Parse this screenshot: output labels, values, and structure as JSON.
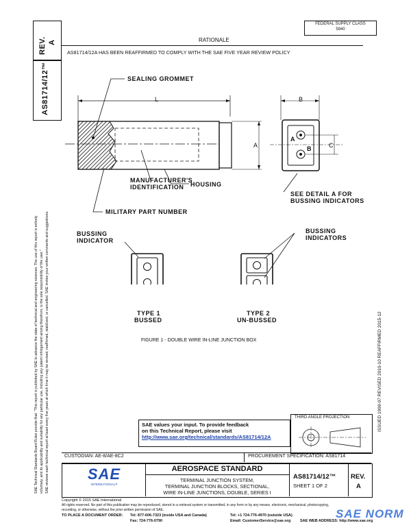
{
  "top_box": {
    "line1": "FEDERAL SUPPLY CLASS",
    "line2": "5940"
  },
  "rev_side": {
    "label": "REV.",
    "value": "A"
  },
  "doc_side": "AS81714/12™",
  "rationale": {
    "title": "RATIONALE",
    "text": "AS81714/12A HAS BEEN REAFFIRMED TO COMPLY WITH THE SAE FIVE YEAR REVIEW POLICY"
  },
  "left_margin": {
    "line1": "SAE Technical Standards Board Rules provide that: \"This report is published by SAE to advance the state of technical and engineering sciences. The use of this report is entirely",
    "line2": "voluntary, and its applicability and suitability for any particular use, including any patent infringement arising therefrom, is the sole responsibility of the user.\"",
    "line3": "SAE reviews each technical report at least every five years at which time it may be revised, reaffirmed, stabilized, or cancelled. SAE invites your written comments and suggestions."
  },
  "right_margin": "ISSUED 1999-07     REVISED 2010-10     REAFFIRMED 2015-12",
  "diagram": {
    "sealing_grommet": "SEALING GROMMET",
    "dim_l": "L",
    "dim_b": "B",
    "dim_a": "A",
    "dim_c": "C",
    "detail_a": "A",
    "detail_b": "B",
    "housing": "HOUSING",
    "mfr_id_1": "MANUFACTURER'S",
    "mfr_id_2": "IDENTIFICATION",
    "mil_part": "MILITARY PART NUMBER",
    "see_detail_1": "SEE DETAIL A FOR",
    "see_detail_2": "BUSSING INDICATORS",
    "bussing_ind_1": "BUSSING",
    "bussing_ind_2": "INDICATOR",
    "bussing_inds_1": "BUSSING",
    "bussing_inds_2": "INDICATORS",
    "type1_1": "TYPE 1",
    "type1_2": "BUSSED",
    "type2_1": "TYPE 2",
    "type2_2": "UN-BUSSED",
    "caption": "FIGURE 1 - DOUBLE WIRE IN-LINE JUNCTION BOX"
  },
  "feedback": {
    "line1": "SAE values your input. To provide feedback",
    "line2": "on this Technical Report, please visit",
    "link": "http://www.sae.org/technical/standards/AS81714/12A"
  },
  "projection": "THIRD ANGLE PROJECTION",
  "custodian": "CUSTODIAN: AE-8/AE-8C2",
  "procurement": "PROCUREMENT SPECIFICATION: AS81714",
  "title_block": {
    "heading": "AEROSPACE STANDARD",
    "t1": "TERMINAL JUNCTION SYSTEM,",
    "t2": "TERMINAL JUNCTION BLOCKS, SECTIONAL,",
    "t3": "WIRE IN-LINE JUNCTIONS, DOUBLE, SERIES I",
    "doc": "AS81714/12™",
    "sheet": "SHEET 1 OF 2",
    "rev_label": "REV.",
    "rev_value": "A",
    "logo": "SAE",
    "logo_sub": "INTERNATIONAL®"
  },
  "footer": {
    "copyright": "Copyright © 2015 SAE International",
    "rights1": "All rights reserved. No part of this publication may be reproduced, stored in a retrieval system or transmitted, in any form or by any means, electronic, mechanical, photocopying,",
    "rights2": "recording, or otherwise, without the prior written permission of SAE.",
    "order_label": "TO PLACE A DOCUMENT ORDER:",
    "tel1": "Tel:   877-606-7323 (inside USA and Canada)",
    "tel2": "Tel:   +1 724-776-4970 (outside USA)",
    "fax": "Fax:   724-776-0790",
    "email": "Email: CustomerService@sae.org",
    "web": "SAE WEB ADDRESS:   http://www.sae.org"
  },
  "watermark": "SAE NORM"
}
